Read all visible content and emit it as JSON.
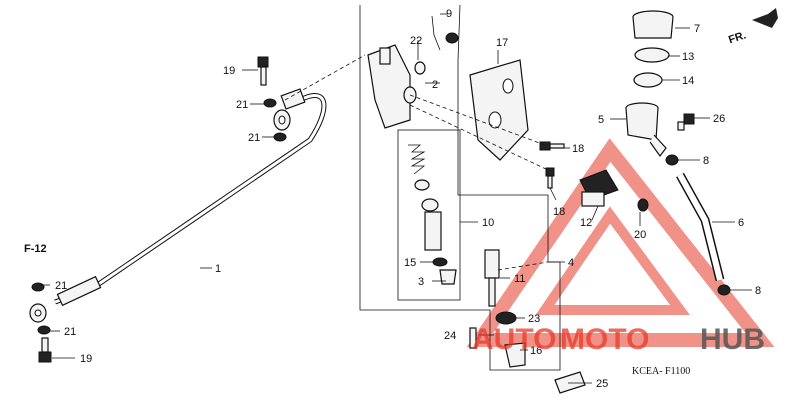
{
  "diagram": {
    "section_ref": "F-12",
    "direction_label": "FR.",
    "drawing_code": "KCEA- F1100",
    "callouts": [
      "1",
      "2",
      "3",
      "4",
      "5",
      "6",
      "7",
      "8",
      "9",
      "10",
      "11",
      "12",
      "13",
      "14",
      "15",
      "16",
      "17",
      "18",
      "19",
      "20",
      "21",
      "22",
      "23",
      "24",
      "25",
      "26"
    ]
  },
  "labels": {
    "c1": "1",
    "c2": "2",
    "c3": "3",
    "c4": "4",
    "c5": "5",
    "c6": "6",
    "c7": "7",
    "c8a": "8",
    "c8b": "8",
    "c9": "9",
    "c10": "10",
    "c11": "11",
    "c12": "12",
    "c13": "13",
    "c14": "14",
    "c15": "15",
    "c16": "16",
    "c17": "17",
    "c18a": "18",
    "c18b": "18",
    "c19a": "19",
    "c19b": "19",
    "c20": "20",
    "c21a": "21",
    "c21b": "21",
    "c21c": "21",
    "c21d": "21",
    "c22": "22",
    "c23": "23",
    "c24": "24",
    "c25": "25",
    "c26": "26"
  },
  "watermark": {
    "auto": "AUTO",
    "moto": "MOTO",
    "hub": "HUB",
    "color_accent": "#e63a2a",
    "color_dark": "#555555"
  }
}
